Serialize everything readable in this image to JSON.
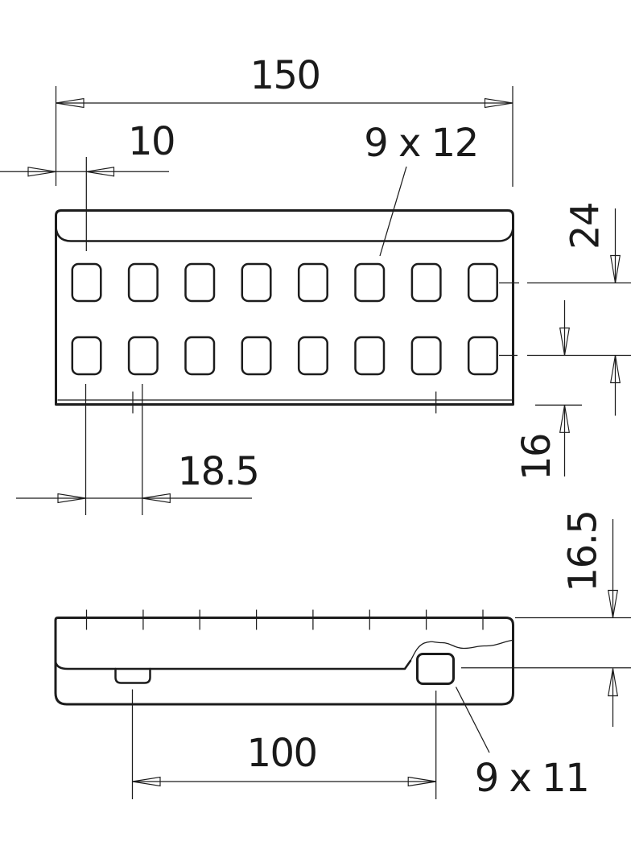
{
  "drawing": {
    "background": "#ffffff",
    "line_color": "#1c1c1c",
    "dimensions": {
      "overall_width": "150",
      "edge_to_first_hole": "10",
      "top_view_hole_size": "9 x 12",
      "hole_row_spacing": "24",
      "row_to_bottom_edge": "16",
      "hole_pitch": "18.5",
      "top_edge_to_hole_center": "16.5",
      "notch_to_hole": "100",
      "side_view_hole_size": "9 x 11"
    },
    "top_view": {
      "hole_rows": 2,
      "holes_per_row": 8
    },
    "side_view": {
      "division_ticks": 8
    }
  }
}
